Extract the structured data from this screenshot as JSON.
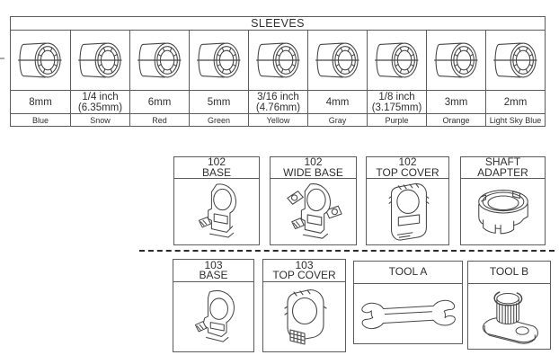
{
  "colors": {
    "ink": "#474747",
    "border": "#5c5c5c",
    "divider": "#2b2b2b"
  },
  "sleeves": {
    "title": "SLEEVES",
    "icon": "collet-sleeve-icon",
    "items": [
      {
        "size": "8mm",
        "size2": "",
        "color": "Blue"
      },
      {
        "size": "1/4 inch",
        "size2": "(6.35mm)",
        "color": "Snow"
      },
      {
        "size": "6mm",
        "size2": "",
        "color": "Red"
      },
      {
        "size": "5mm",
        "size2": "",
        "color": "Green"
      },
      {
        "size": "3/16 inch",
        "size2": "(4.76mm)",
        "color": "Yellow"
      },
      {
        "size": "4mm",
        "size2": "",
        "color": "Gray"
      },
      {
        "size": "1/8 inch",
        "size2": "(3.175mm)",
        "color": "Purple"
      },
      {
        "size": "3mm",
        "size2": "",
        "color": "Orange"
      },
      {
        "size": "2mm",
        "size2": "",
        "color": "Light Sky Blue"
      }
    ]
  },
  "kit_parts": {
    "row_102": [
      {
        "line1": "102",
        "line2": "BASE",
        "icon": "base-102-icon"
      },
      {
        "line1": "102",
        "line2": "WIDE BASE",
        "icon": "wide-base-102-icon"
      },
      {
        "line1": "102",
        "line2": "TOP COVER",
        "icon": "top-cover-102-icon"
      },
      {
        "line1": "SHAFT",
        "line2": "ADAPTER",
        "icon": "shaft-adapter-icon"
      }
    ],
    "row_103": [
      {
        "line1": "103",
        "line2": "BASE",
        "icon": "base-103-icon"
      },
      {
        "line1": "103",
        "line2": "TOP COVER",
        "icon": "top-cover-103-icon"
      },
      {
        "line1": "TOOL A",
        "line2": "",
        "icon": "wrench-tool-a-icon"
      },
      {
        "line1": "TOOL B",
        "line2": "",
        "icon": "tool-b-icon"
      }
    ]
  }
}
